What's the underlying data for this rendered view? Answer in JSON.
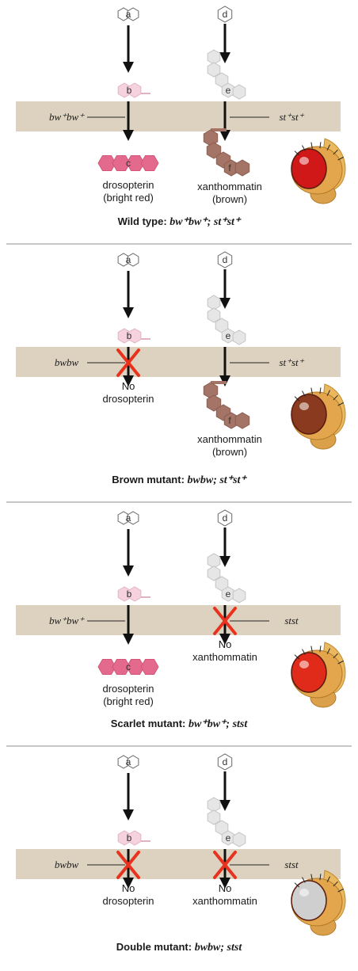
{
  "molecules": {
    "a": "a",
    "b": "b",
    "c": "c",
    "d": "d",
    "e": "e",
    "f": "f"
  },
  "panels": [
    {
      "id": "wild",
      "left_gene": "bw⁺bw⁺",
      "right_gene": "st⁺st⁺",
      "left_product": [
        "drosopterin",
        "(bright red)"
      ],
      "right_product": [
        "xanthommatin",
        "(brown)"
      ],
      "caption_label": "Wild type:",
      "caption_genotype": "bw⁺bw⁺;  st⁺st⁺",
      "left_blocked": false,
      "right_blocked": false,
      "eye_color": "#d01818"
    },
    {
      "id": "brown",
      "left_gene": "bwbw",
      "right_gene": "st⁺st⁺",
      "left_product": [
        "No",
        "drosopterin"
      ],
      "right_product": [
        "xanthommatin",
        "(brown)"
      ],
      "caption_label": "Brown mutant:",
      "caption_genotype": "bwbw;  st⁺st⁺",
      "left_blocked": true,
      "right_blocked": false,
      "eye_color": "#8a3a1e"
    },
    {
      "id": "scarlet",
      "left_gene": "bw⁺bw⁺",
      "right_gene": "stst",
      "left_product": [
        "drosopterin",
        "(bright red)"
      ],
      "right_product": [
        "No",
        "xanthommatin"
      ],
      "caption_label": "Scarlet mutant:",
      "caption_genotype": "bw⁺bw⁺;  stst",
      "left_blocked": false,
      "right_blocked": true,
      "eye_color": "#e02a1a"
    },
    {
      "id": "double",
      "left_gene": "bwbw",
      "right_gene": "stst",
      "left_product": [
        "No",
        "drosopterin"
      ],
      "right_product": [
        "No",
        "xanthommatin"
      ],
      "caption_label": "Double mutant:",
      "caption_genotype": "bwbw;  stst",
      "left_blocked": true,
      "right_blocked": true,
      "eye_color": "#cfcfcf"
    }
  ],
  "colors": {
    "membrane": "#ddd2c0",
    "precursor_b": "#f5d2dd",
    "drosopterin": "#e36a8c",
    "precursor_e": "#e6e6e6",
    "xanthommatin": "#a47466",
    "blocked_x": "#e8321e",
    "divider": "#b5b5b5"
  }
}
